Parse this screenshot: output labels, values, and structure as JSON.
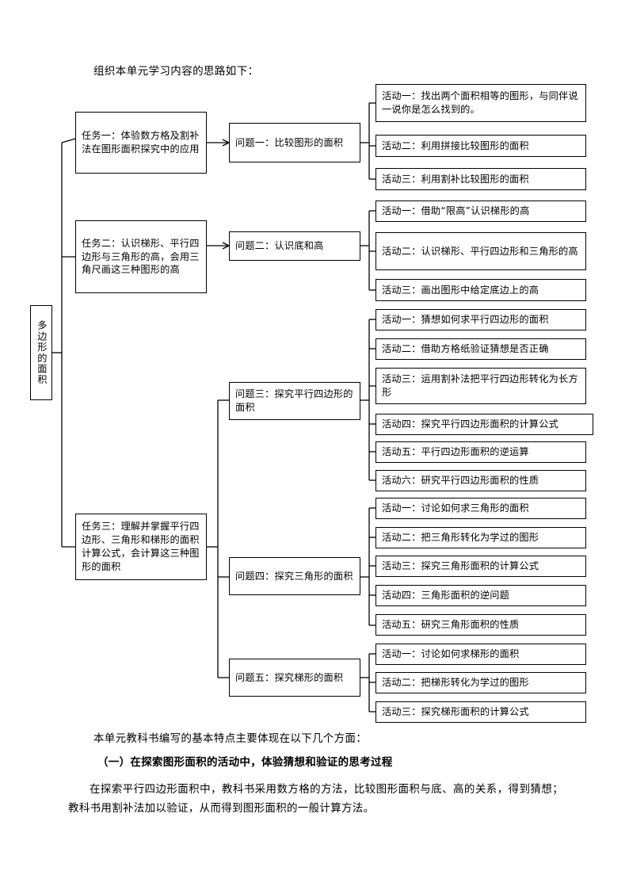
{
  "document": {
    "intro_line": "组织本单元学习内容的思路如下：",
    "root_label": "多边形的面积"
  },
  "tasks": [
    {
      "id": "task-1",
      "label": "任务一：体验数方格及割补法在图形面积探究中的应用"
    },
    {
      "id": "task-2",
      "label": "任务二：认识梯形、平行四边形与三角形的高，会用三角尺画这三种图形的高"
    },
    {
      "id": "task-3",
      "label": "任务三：理解并掌握平行四边形、三角形和梯形的面积计算公式，会计算这三种图形的面积"
    }
  ],
  "questions": [
    {
      "id": "question-1",
      "label": "问题一：比较图形的面积"
    },
    {
      "id": "question-2",
      "label": "问题二：认识底和高"
    },
    {
      "id": "question-3",
      "label": "问题三：探究平行四边形的面积"
    },
    {
      "id": "question-4",
      "label": "问题四：探究三角形的面积"
    },
    {
      "id": "question-5",
      "label": "问题五：探究梯形的面积"
    }
  ],
  "activities": {
    "group1": [
      "活动一：找出两个面积相等的图形，与同伴说一说你是怎么找到的。",
      "活动二：利用拼接比较图形的面积",
      "活动三：利用割补比较图形的面积"
    ],
    "group2": [
      "活动一：借助“限高”认识梯形的高",
      "活动二：认识梯形、平行四边形和三角形的高",
      "活动三：画出图形中给定底边上的高"
    ],
    "group3": [
      "活动一：猜想如何求平行四边形的面积",
      "活动二：借助方格纸验证猜想是否正确",
      "活动三：运用割补法把平行四边形转化为长方形",
      "活动四：探究平行四边形面积的计算公式",
      "活动五：平行四边形面积的逆运算",
      "活动六：研究平行四边形面积的性质"
    ],
    "group4": [
      "活动一：讨论如何求三角形的面积",
      "活动二：把三角形转化为学过的图形",
      "活动三：探究三角形面积的计算公式",
      "活动四：三角形面积的逆问题",
      "活动五：研究三角形面积的性质"
    ],
    "group5": [
      "活动一：讨论如何求梯形的面积",
      "活动二：把梯形转化为学过的图形",
      "活动三：探究梯形面积的计算公式"
    ]
  },
  "body_text": {
    "line1": "本单元教科书编写的基本特点主要体现在以下几个方面：",
    "line2": "（一）在探索图形面积的活动中，体验猜想和验证的思考过程",
    "line3": "在探索平行四边形面积中，教科书采用数方格的方法，比较图形面积与底、高的关系，得到猜想；教科书用割补法加以验证，从而得到图形面积的一般计算方法。"
  }
}
